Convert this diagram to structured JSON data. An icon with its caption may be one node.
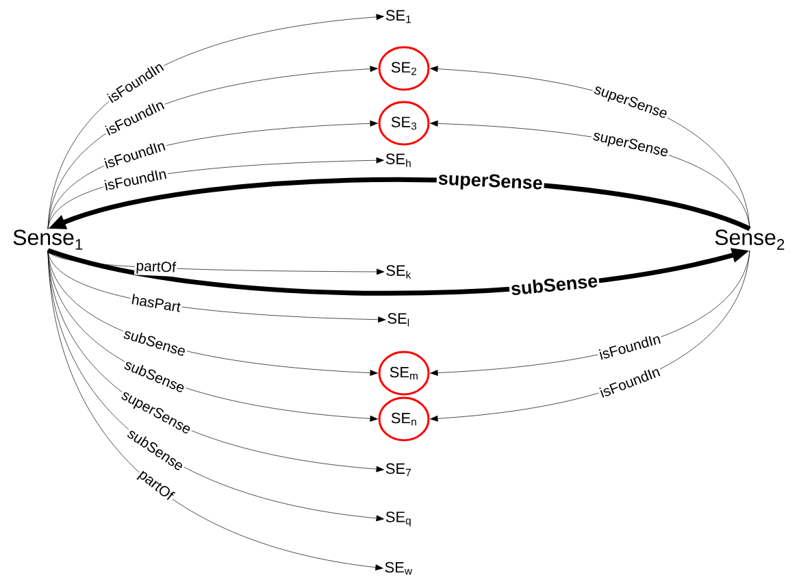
{
  "diagram": {
    "nodes": [
      {
        "text": [
          "Sense$_{1}$"
        ]
      },
      {
        "text": [
          "Sense$_{2}$"
        ]
      },
      {
        "text": [
          "SE$_{1}$"
        ]
      },
      {
        "text": [
          "SE$_{2}$"
        ]
      },
      {
        "text": [
          "SE$_{3}$"
        ]
      },
      {
        "text": [
          "SE$_{h}$"
        ]
      },
      {
        "text": [
          "SE$_{k}$"
        ]
      },
      {
        "text": [
          "SE$_{l}$"
        ]
      },
      {
        "text": [
          "SE$_{m}$"
        ]
      },
      {
        "text": [
          "SE$_{n}$"
        ]
      },
      {
        "text": [
          "SE$_{7}$"
        ]
      },
      {
        "text": [
          "SE$_{q}$"
        ]
      },
      {
        "text": [
          "SE$_{w}$"
        ]
      }
    ],
    "edges": [
      {
        "from": 0,
        "to": 2,
        "arrow": "to",
        "label": "isFoundIn"
      },
      {
        "from": 0,
        "to": 3,
        "arrow": "to",
        "label": "isFoundIn"
      },
      {
        "from": 0,
        "to": 4,
        "arrow": "to",
        "label": "isFoundIn"
      },
      {
        "from": 0,
        "to": 5,
        "arrow": "to",
        "label": "isFoundIn"
      },
      {
        "from": 1,
        "to": 3,
        "arrow": "to",
        "label": "superSense"
      },
      {
        "from": 1,
        "to": 4,
        "arrow": "to",
        "label": "superSense"
      },
      {
        "from": 1,
        "to": 0,
        "arrow": "to",
        "label": "superSense",
        "style": "thick"
      },
      {
        "from": 0,
        "to": 6,
        "arrow": "to",
        "label": "partOf"
      },
      {
        "from": 0,
        "to": 1,
        "arrow": "to",
        "label": "subSense",
        "style": "thick"
      },
      {
        "from": 0,
        "to": 7,
        "arrow": "to",
        "label": "hasPart"
      },
      {
        "from": 0,
        "to": 8,
        "arrow": "to",
        "label": "subSense"
      },
      {
        "from": 0,
        "to": 9,
        "arrow": "to",
        "label": "subSense"
      },
      {
        "from": 0,
        "to": 10,
        "arrow": "to",
        "label": "superSense"
      },
      {
        "from": 0,
        "to": 11,
        "arrow": "to",
        "label": "subSense"
      },
      {
        "from": 0,
        "to": 12,
        "arrow": "to",
        "label": "partOf"
      },
      {
        "from": 1,
        "to": 8,
        "arrow": "to",
        "label": "isFoundIn"
      },
      {
        "from": 1,
        "to": 9,
        "arrow": "to",
        "label": "isFoundIn"
      }
    ]
  }
}
